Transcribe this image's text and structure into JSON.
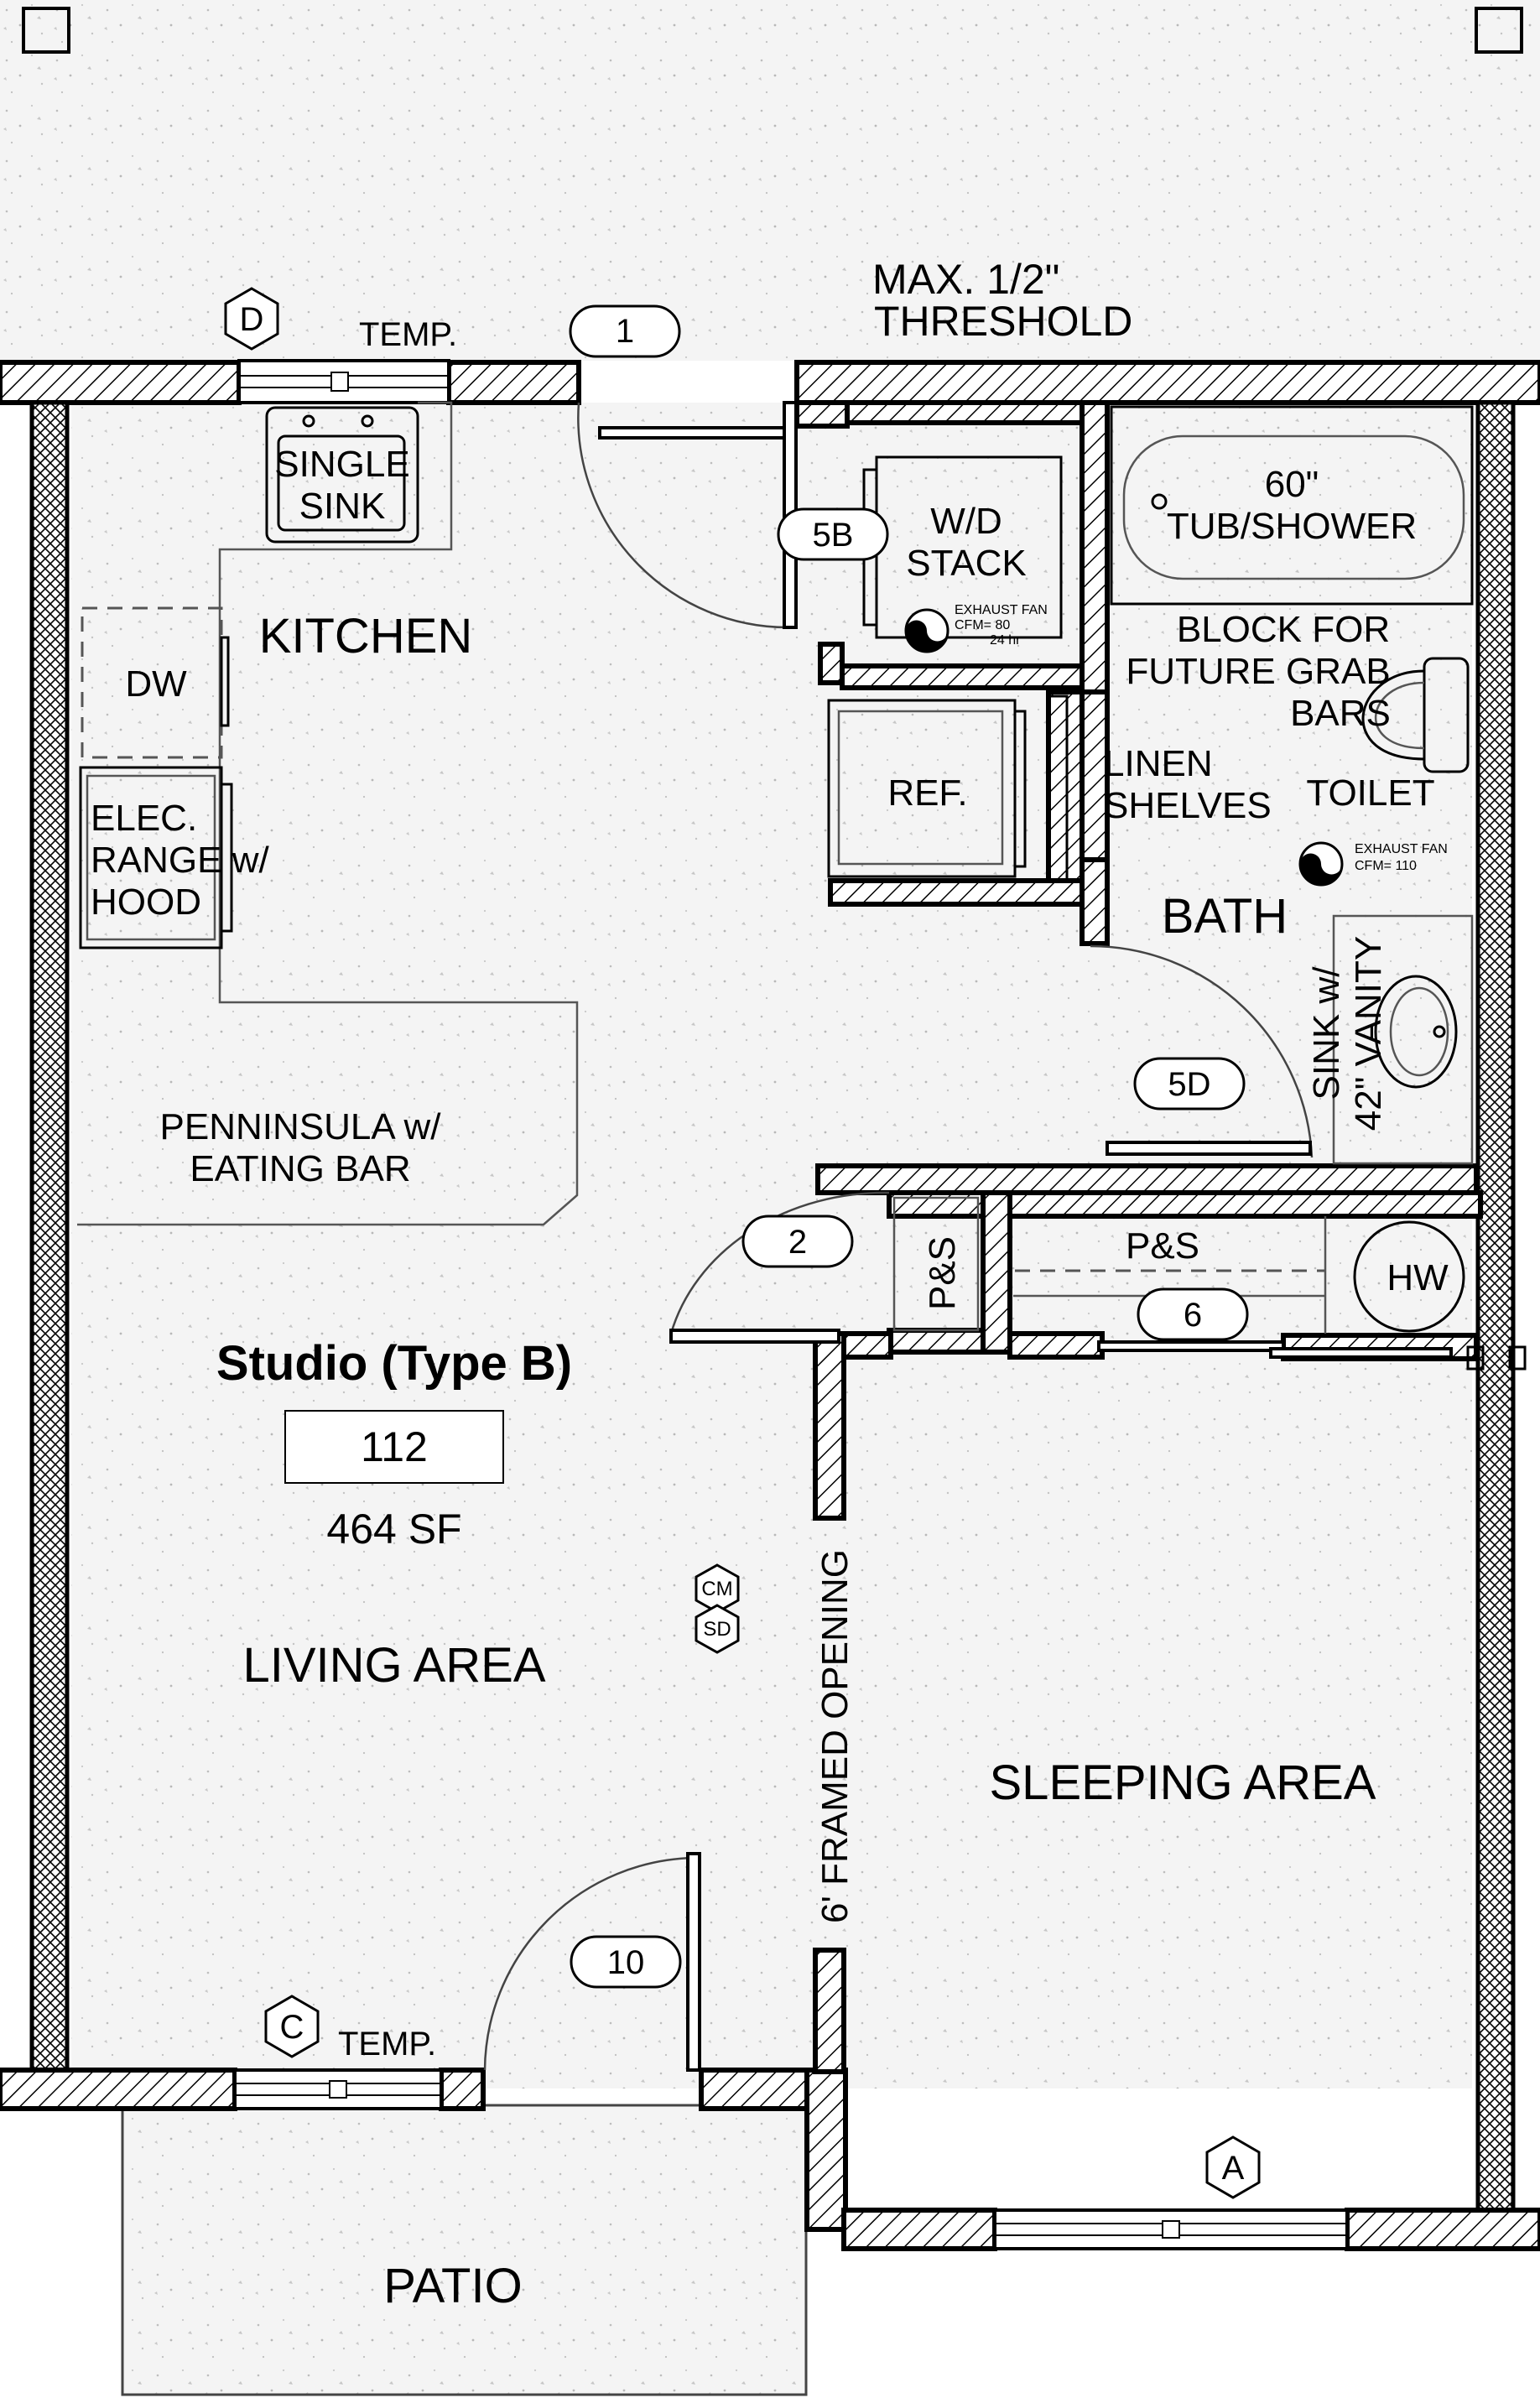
{
  "plan": {
    "unit_name": "Studio (Type B)",
    "unit_number": "112",
    "unit_area": "464 SF",
    "threshold_note": [
      "MAX. 1/2\"",
      "THRESHOLD"
    ],
    "rooms": {
      "kitchen": "KITCHEN",
      "living": "LIVING AREA",
      "sleeping": "SLEEPING AREA",
      "bath": "BATH",
      "patio": "PATIO"
    },
    "fixtures": {
      "single_sink": [
        "SINGLE",
        "SINK"
      ],
      "dw": "DW",
      "range": [
        "ELEC.",
        "RANGE w/",
        "HOOD"
      ],
      "peninsula": [
        "PENNINSULA w/",
        "EATING BAR"
      ],
      "wd_stack": [
        "W/D",
        "STACK"
      ],
      "ref": "REF.",
      "linen": [
        "LINEN",
        "SHELVES"
      ],
      "tub": [
        "60\"",
        "TUB/SHOWER"
      ],
      "grab_bars": [
        "BLOCK FOR",
        "FUTURE GRAB",
        "BARS"
      ],
      "toilet": "TOILET",
      "vanity": [
        "SINK w/",
        "42\" VANITY"
      ],
      "ps_hall": "P&S",
      "ps_closet": "P&S",
      "hw": "HW",
      "framed_opening": "6' FRAMED OPENING"
    },
    "exhaust_fans": [
      {
        "label": "EXHAUST FAN",
        "cfm": "CFM= 80",
        "note": "24 hr"
      },
      {
        "label": "EXHAUST FAN",
        "cfm": "CFM= 110"
      }
    ],
    "door_tags": {
      "d1": "1",
      "d5b": "5B",
      "d5d": "5D",
      "d2": "2",
      "d6": "6",
      "d10": "10"
    },
    "window_tags": {
      "top": "D",
      "patio": "C",
      "sleeping": "A"
    },
    "temp_labels": {
      "top": "TEMP.",
      "patio": "TEMP."
    },
    "detectors": {
      "cm": "CM",
      "sd": "SD"
    }
  }
}
